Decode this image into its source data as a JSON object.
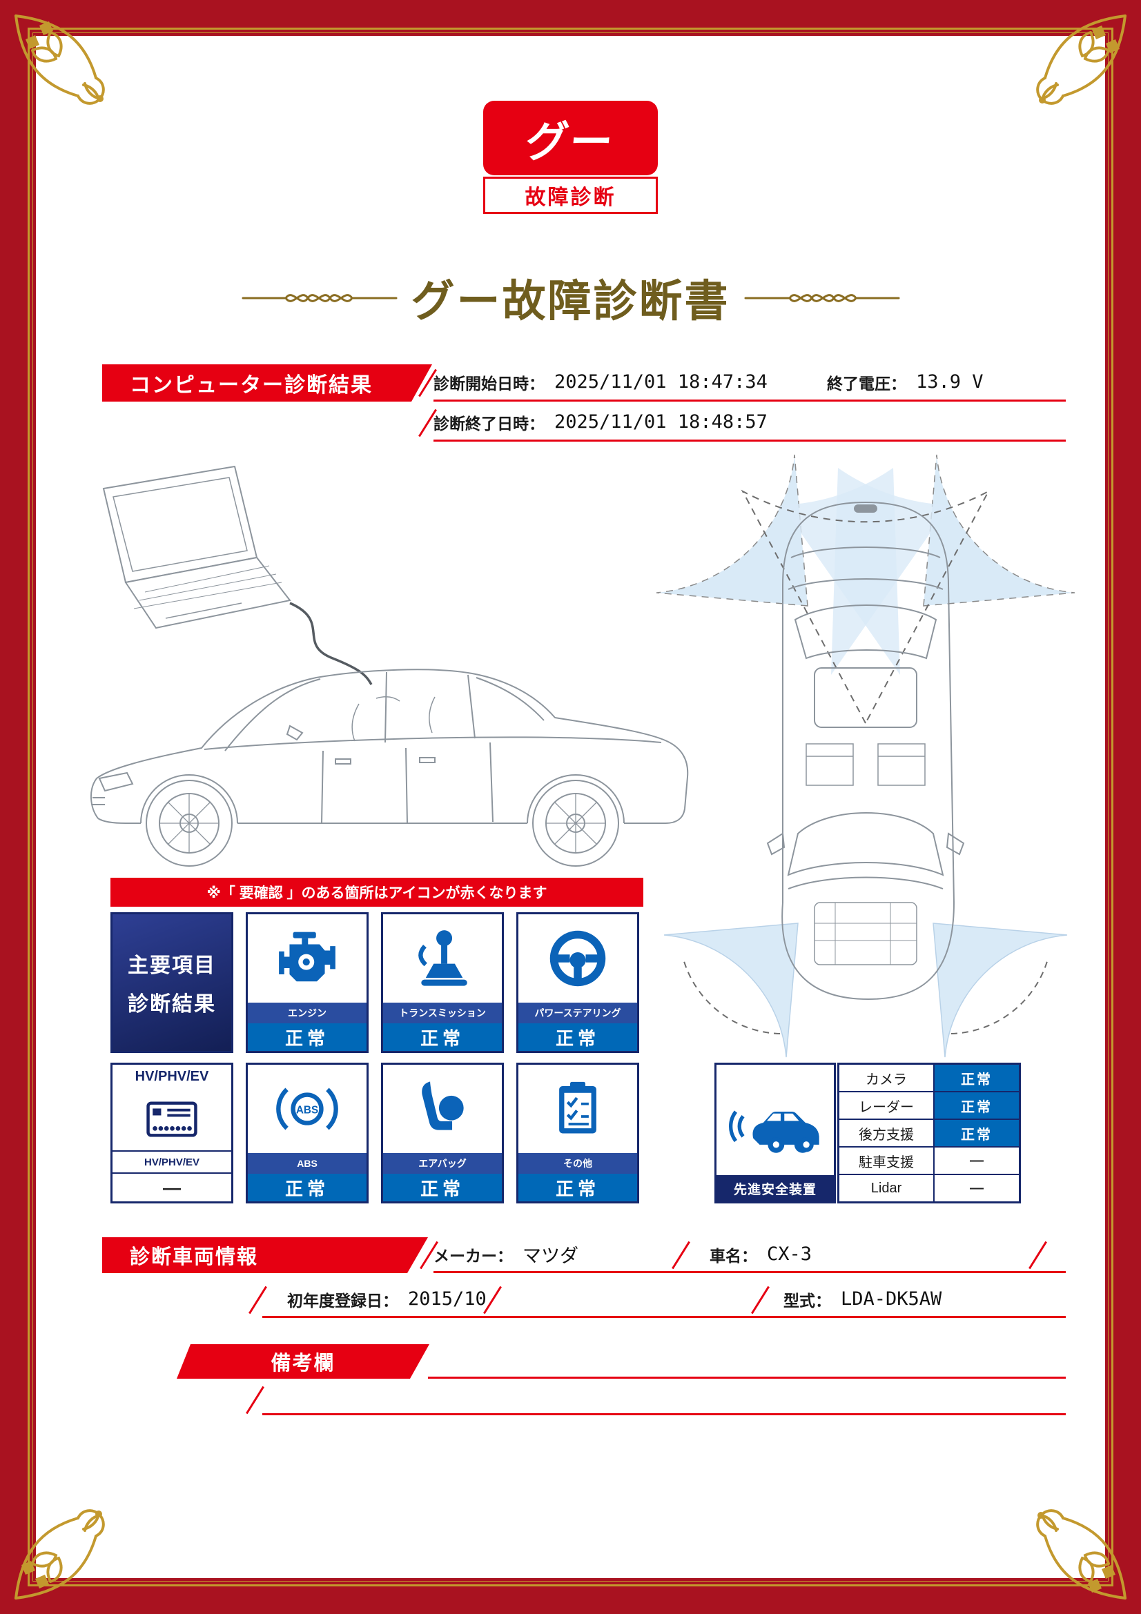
{
  "colors": {
    "frame_red": "#a91220",
    "accent_red": "#e60012",
    "status_blue": "#0068b7",
    "label_blue": "#2a4da0",
    "navy": "#16276b",
    "gold": "#c3992e",
    "title_brown": "#6f5d1e",
    "sensor_blue": "#d9eaf7"
  },
  "logo": {
    "top": "グー",
    "bottom": "故障診断"
  },
  "title": "グー故障診断書",
  "diagnosis": {
    "banner": "コンピューター診断結果",
    "start_label": "診断開始日時：",
    "start_value": "2025/11/01 18:47:34",
    "voltage_label": "終了電圧：",
    "voltage_value": "13.9 V",
    "end_label": "診断終了日時：",
    "end_value": "2025/11/01 18:48:57"
  },
  "notice": "※「 要確認 」のある箇所はアイコンが赤くなります",
  "main_results": {
    "header_line1": "主要項目",
    "header_line2": "診断結果",
    "items": [
      {
        "id": "engine",
        "label": "エンジン",
        "status": "正常"
      },
      {
        "id": "transmission",
        "label": "トランスミッション",
        "status": "正常"
      },
      {
        "id": "power-steering",
        "label": "パワーステアリング",
        "status": "正常"
      },
      {
        "id": "hv-phv-ev",
        "title": "HV/PHV/EV",
        "label": "HV/PHV/EV",
        "status": "—"
      },
      {
        "id": "abs",
        "label": "ABS",
        "status": "正常",
        "icon_text": "ABS"
      },
      {
        "id": "airbag",
        "label": "エアバッグ",
        "status": "正常"
      },
      {
        "id": "other",
        "label": "その他",
        "status": "正常"
      }
    ]
  },
  "safety": {
    "label": "先進安全装置",
    "rows": [
      {
        "name": "カメラ",
        "status": "正常"
      },
      {
        "name": "レーダー",
        "status": "正常"
      },
      {
        "name": "後方支援",
        "status": "正常"
      },
      {
        "name": "駐車支援",
        "status": "—"
      },
      {
        "name": "Lidar",
        "status": "—"
      }
    ]
  },
  "vehicle": {
    "banner": "診断車両情報",
    "maker_label": "メーカー：",
    "maker": "マツダ",
    "car_label": "車名：",
    "car": "CX-3",
    "first_reg_label": "初年度登録日：",
    "first_reg": "2015/10",
    "model_label": "型式：",
    "model": "LDA-DK5AW"
  },
  "remarks": {
    "banner": "備考欄"
  }
}
